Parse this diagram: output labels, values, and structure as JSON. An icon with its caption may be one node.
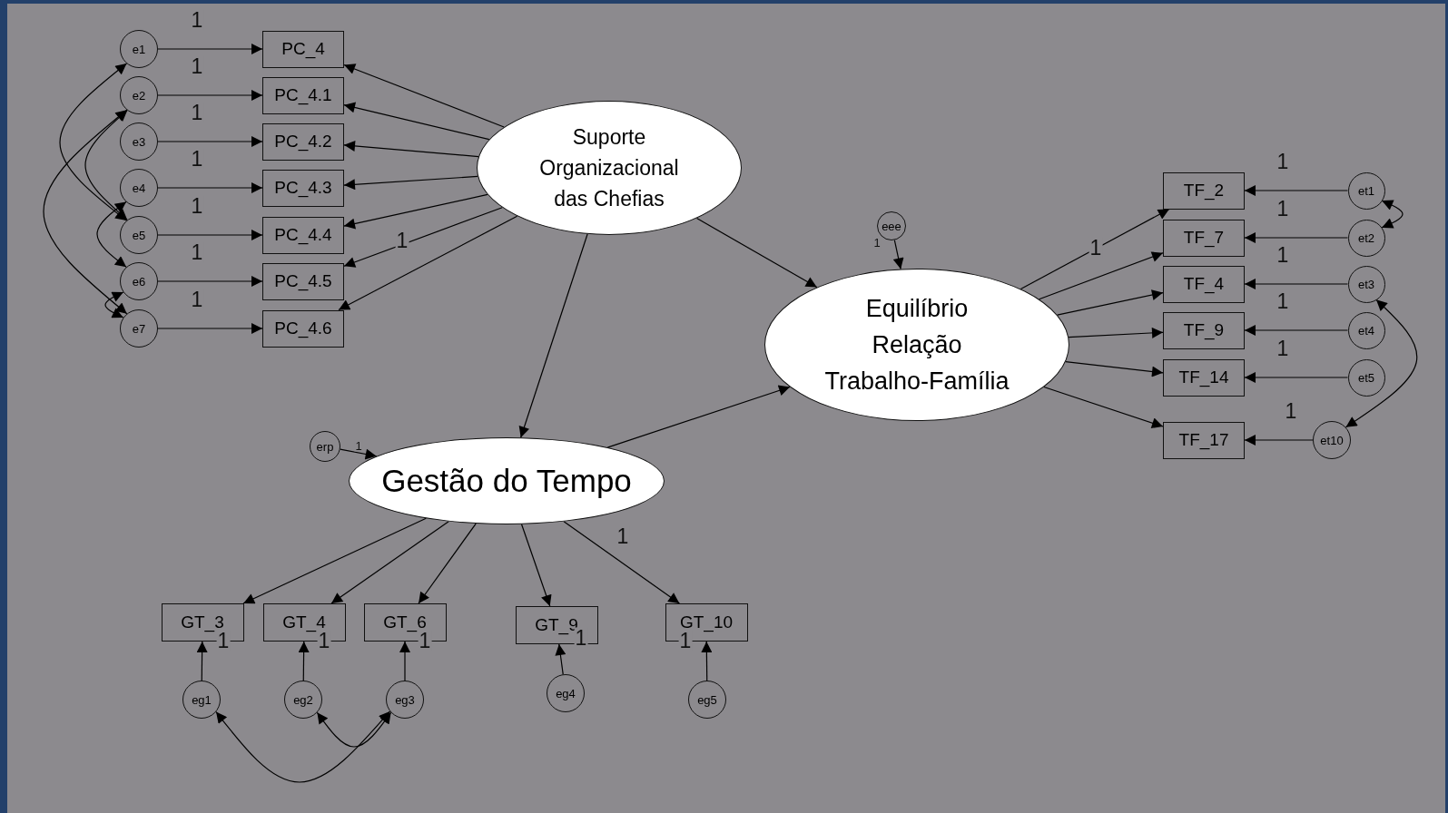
{
  "diagram": {
    "nodes": [
      {
        "text": [
          "e1"
        ]
      },
      {
        "text": [
          "e2"
        ]
      },
      {
        "text": [
          "e3"
        ]
      },
      {
        "text": [
          "e4"
        ]
      },
      {
        "text": [
          "e5"
        ]
      },
      {
        "text": [
          "e6"
        ]
      },
      {
        "text": [
          "e7"
        ]
      },
      {
        "text": [
          "PC_4"
        ]
      },
      {
        "text": [
          "PC_4.1"
        ]
      },
      {
        "text": [
          "PC_4.2"
        ]
      },
      {
        "text": [
          "PC_4.3"
        ]
      },
      {
        "text": [
          "PC_4.4"
        ]
      },
      {
        "text": [
          "PC_4.5"
        ]
      },
      {
        "text": [
          "PC_4.6"
        ]
      },
      {
        "text": [
          "Suporte Organizacional das Chefias"
        ]
      },
      {
        "text": [
          "eee"
        ]
      },
      {
        "text": [
          "Equilíbrio Relação Trabalho-Família"
        ]
      },
      {
        "text": [
          "TF_2"
        ]
      },
      {
        "text": [
          "TF_7"
        ]
      },
      {
        "text": [
          "TF_4"
        ]
      },
      {
        "text": [
          "TF_9"
        ]
      },
      {
        "text": [
          "TF_14"
        ]
      },
      {
        "text": [
          "TF_17"
        ]
      },
      {
        "text": [
          "et1"
        ]
      },
      {
        "text": [
          "et2"
        ]
      },
      {
        "text": [
          "et3"
        ]
      },
      {
        "text": [
          "et4"
        ]
      },
      {
        "text": [
          "et5"
        ]
      },
      {
        "text": [
          "et10"
        ]
      },
      {
        "text": [
          "erp"
        ]
      },
      {
        "text": [
          "Gestão do Tempo"
        ]
      },
      {
        "text": [
          "GT_3"
        ]
      },
      {
        "text": [
          "GT_4"
        ]
      },
      {
        "text": [
          "GT_6"
        ]
      },
      {
        "text": [
          "GT_9"
        ]
      },
      {
        "text": [
          "GT_10"
        ]
      },
      {
        "text": [
          "eg1"
        ]
      },
      {
        "text": [
          "eg2"
        ]
      },
      {
        "text": [
          "eg3"
        ]
      },
      {
        "text": [
          "eg4"
        ]
      },
      {
        "text": [
          "eg5"
        ]
      }
    ],
    "edges": [
      {
        "from": 0,
        "to": 7,
        "arrow": "to",
        "label": "1"
      },
      {
        "from": 1,
        "to": 8,
        "arrow": "to",
        "label": "1"
      },
      {
        "from": 2,
        "to": 9,
        "arrow": "to",
        "label": "1"
      },
      {
        "from": 3,
        "to": 10,
        "arrow": "to",
        "label": "1"
      },
      {
        "from": 4,
        "to": 11,
        "arrow": "to",
        "label": "1"
      },
      {
        "from": 5,
        "to": 12,
        "arrow": "to",
        "label": "1"
      },
      {
        "from": 6,
        "to": 13,
        "arrow": "to",
        "label": "1"
      },
      {
        "from": 14,
        "to": 7,
        "arrow": "to"
      },
      {
        "from": 14,
        "to": 8,
        "arrow": "to"
      },
      {
        "from": 14,
        "to": 9,
        "arrow": "to"
      },
      {
        "from": 14,
        "to": 10,
        "arrow": "to"
      },
      {
        "from": 14,
        "to": 11,
        "arrow": "to"
      },
      {
        "from": 14,
        "to": 12,
        "arrow": "to",
        "label": "1"
      },
      {
        "from": 14,
        "to": 13,
        "arrow": "to"
      },
      {
        "from": 14,
        "to": 30,
        "arrow": "to"
      },
      {
        "from": 14,
        "to": 16,
        "arrow": "to"
      },
      {
        "from": 30,
        "to": 16,
        "arrow": "to"
      },
      {
        "from": 15,
        "to": 16,
        "arrow": "to",
        "label": "1"
      },
      {
        "from": 29,
        "to": 30,
        "arrow": "to",
        "label": "1"
      },
      {
        "from": 16,
        "to": 17,
        "arrow": "to",
        "label": "1"
      },
      {
        "from": 16,
        "to": 18,
        "arrow": "to"
      },
      {
        "from": 16,
        "to": 19,
        "arrow": "to"
      },
      {
        "from": 16,
        "to": 20,
        "arrow": "to"
      },
      {
        "from": 16,
        "to": 21,
        "arrow": "to"
      },
      {
        "from": 16,
        "to": 22,
        "arrow": "to"
      },
      {
        "from": 23,
        "to": 17,
        "arrow": "to",
        "label": "1"
      },
      {
        "from": 24,
        "to": 18,
        "arrow": "to",
        "label": "1"
      },
      {
        "from": 25,
        "to": 19,
        "arrow": "to",
        "label": "1"
      },
      {
        "from": 26,
        "to": 20,
        "arrow": "to",
        "label": "1"
      },
      {
        "from": 27,
        "to": 21,
        "arrow": "to",
        "label": "1"
      },
      {
        "from": 28,
        "to": 22,
        "arrow": "to",
        "label": "1"
      },
      {
        "from": 30,
        "to": 31,
        "arrow": "to"
      },
      {
        "from": 30,
        "to": 32,
        "arrow": "to"
      },
      {
        "from": 30,
        "to": 33,
        "arrow": "to"
      },
      {
        "from": 30,
        "to": 34,
        "arrow": "to"
      },
      {
        "from": 30,
        "to": 35,
        "arrow": "to",
        "label": "1"
      },
      {
        "from": 36,
        "to": 31,
        "arrow": "to",
        "label": "1"
      },
      {
        "from": 37,
        "to": 32,
        "arrow": "to",
        "label": "1"
      },
      {
        "from": 38,
        "to": 33,
        "arrow": "to",
        "label": "1"
      },
      {
        "from": 39,
        "to": 34,
        "arrow": "to",
        "label": "1"
      },
      {
        "from": 40,
        "to": 35,
        "arrow": "to",
        "label": "1"
      },
      {
        "from": 0,
        "to": 4,
        "arrow": "both"
      },
      {
        "from": 1,
        "to": 6,
        "arrow": "both"
      },
      {
        "from": 1,
        "to": 4,
        "arrow": "both"
      },
      {
        "from": 3,
        "to": 5,
        "arrow": "both"
      },
      {
        "from": 5,
        "to": 6,
        "arrow": "both"
      },
      {
        "from": 23,
        "to": 24,
        "arrow": "both"
      },
      {
        "from": 25,
        "to": 28,
        "arrow": "both"
      },
      {
        "from": 37,
        "to": 38,
        "arrow": "both"
      },
      {
        "from": 36,
        "to": 38,
        "arrow": "both"
      }
    ]
  }
}
